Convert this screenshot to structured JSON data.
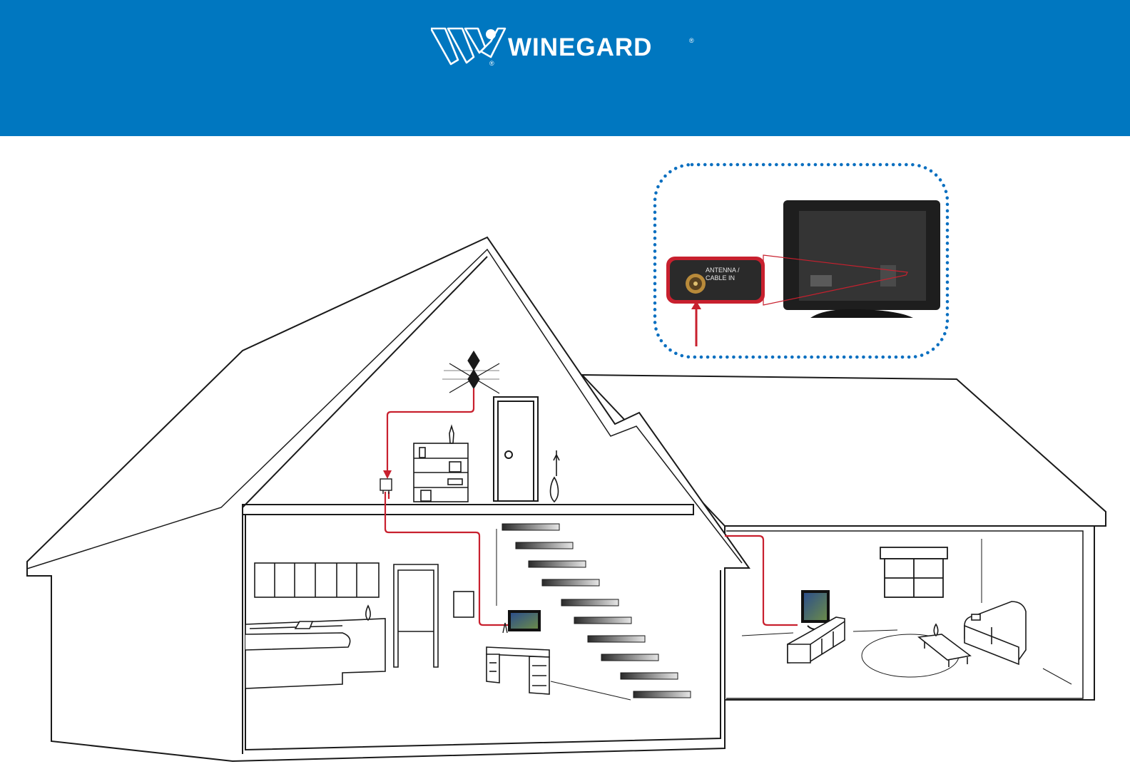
{
  "brand": {
    "name": "WINEGARD",
    "registered_mark": "®",
    "header_color": "#0077c0",
    "logo_color": "#ffffff"
  },
  "diagram": {
    "inset_label_line1": "ANTENNA /",
    "inset_label_line2": "CABLE IN",
    "cable_color": "#c8202e",
    "inset_border_color": "#0a6fc0",
    "rooms": [
      "attic",
      "office",
      "kitchen",
      "living-room"
    ],
    "icons": [
      "antenna-icon",
      "splitter-icon",
      "tv-icon",
      "coax-connector-icon"
    ]
  }
}
